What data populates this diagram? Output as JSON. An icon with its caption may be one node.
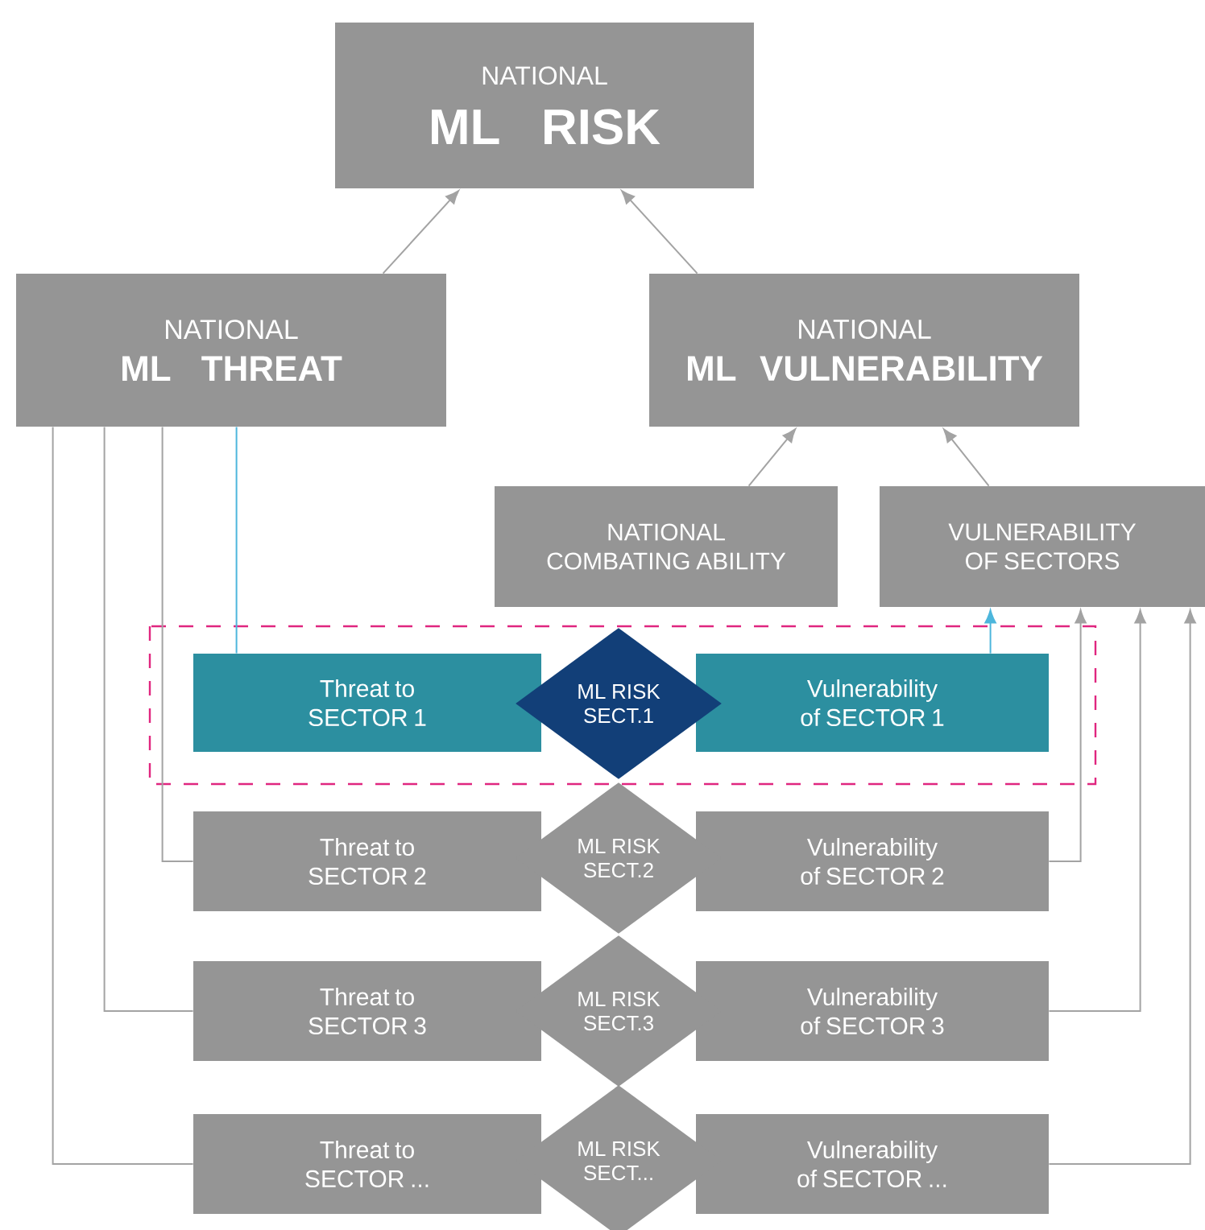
{
  "diagram": {
    "nodes": [
      {
        "text": [
          "NATIONAL",
          "ML RISK"
        ]
      },
      {
        "text": [
          "NATIONAL",
          "ML THREAT"
        ]
      },
      {
        "text": [
          "NATIONAL",
          "ML VULNERABILITY"
        ]
      },
      {
        "text": [
          "NATIONAL COMBATING ABILITY"
        ]
      },
      {
        "text": [
          "VULNERABILITY OF SECTORS"
        ]
      },
      {
        "text": [
          "Threat to SECTOR 1"
        ]
      },
      {
        "text": [
          "ML RISK SECT.1"
        ]
      },
      {
        "text": [
          "Vulnerability of SECTOR 1"
        ]
      },
      {
        "text": [
          "Threat to SECTOR 2"
        ]
      },
      {
        "text": [
          "ML RISK SECT.2"
        ]
      },
      {
        "text": [
          "Vulnerability of SECTOR 2"
        ]
      },
      {
        "text": [
          "Threat to SECTOR 3"
        ]
      },
      {
        "text": [
          "ML RISK SECT.3"
        ]
      },
      {
        "text": [
          "Vulnerability of SECTOR 3"
        ]
      },
      {
        "text": [
          "Threat to SECTOR ..."
        ]
      },
      {
        "text": [
          "ML RISK SECT..."
        ]
      },
      {
        "text": [
          "Vulnerability of SECTOR ..."
        ]
      }
    ],
    "edges": [
      {
        "from": 1,
        "to": 0,
        "arrow": "to"
      },
      {
        "from": 2,
        "to": 0,
        "arrow": "to"
      },
      {
        "from": 3,
        "to": 2,
        "arrow": "to"
      },
      {
        "from": 4,
        "to": 2,
        "arrow": "to"
      },
      {
        "from": 1,
        "to": 5,
        "arrow": "none",
        "color": "#4db6dc"
      },
      {
        "from": 1,
        "to": 8,
        "arrow": "none"
      },
      {
        "from": 1,
        "to": 11,
        "arrow": "none"
      },
      {
        "from": 1,
        "to": 14,
        "arrow": "none"
      },
      {
        "from": 7,
        "to": 4,
        "arrow": "to",
        "color": "#4db6dc"
      },
      {
        "from": 10,
        "to": 4,
        "arrow": "to"
      },
      {
        "from": 13,
        "to": 4,
        "arrow": "to"
      },
      {
        "from": 16,
        "to": 4,
        "arrow": "to"
      }
    ]
  }
}
